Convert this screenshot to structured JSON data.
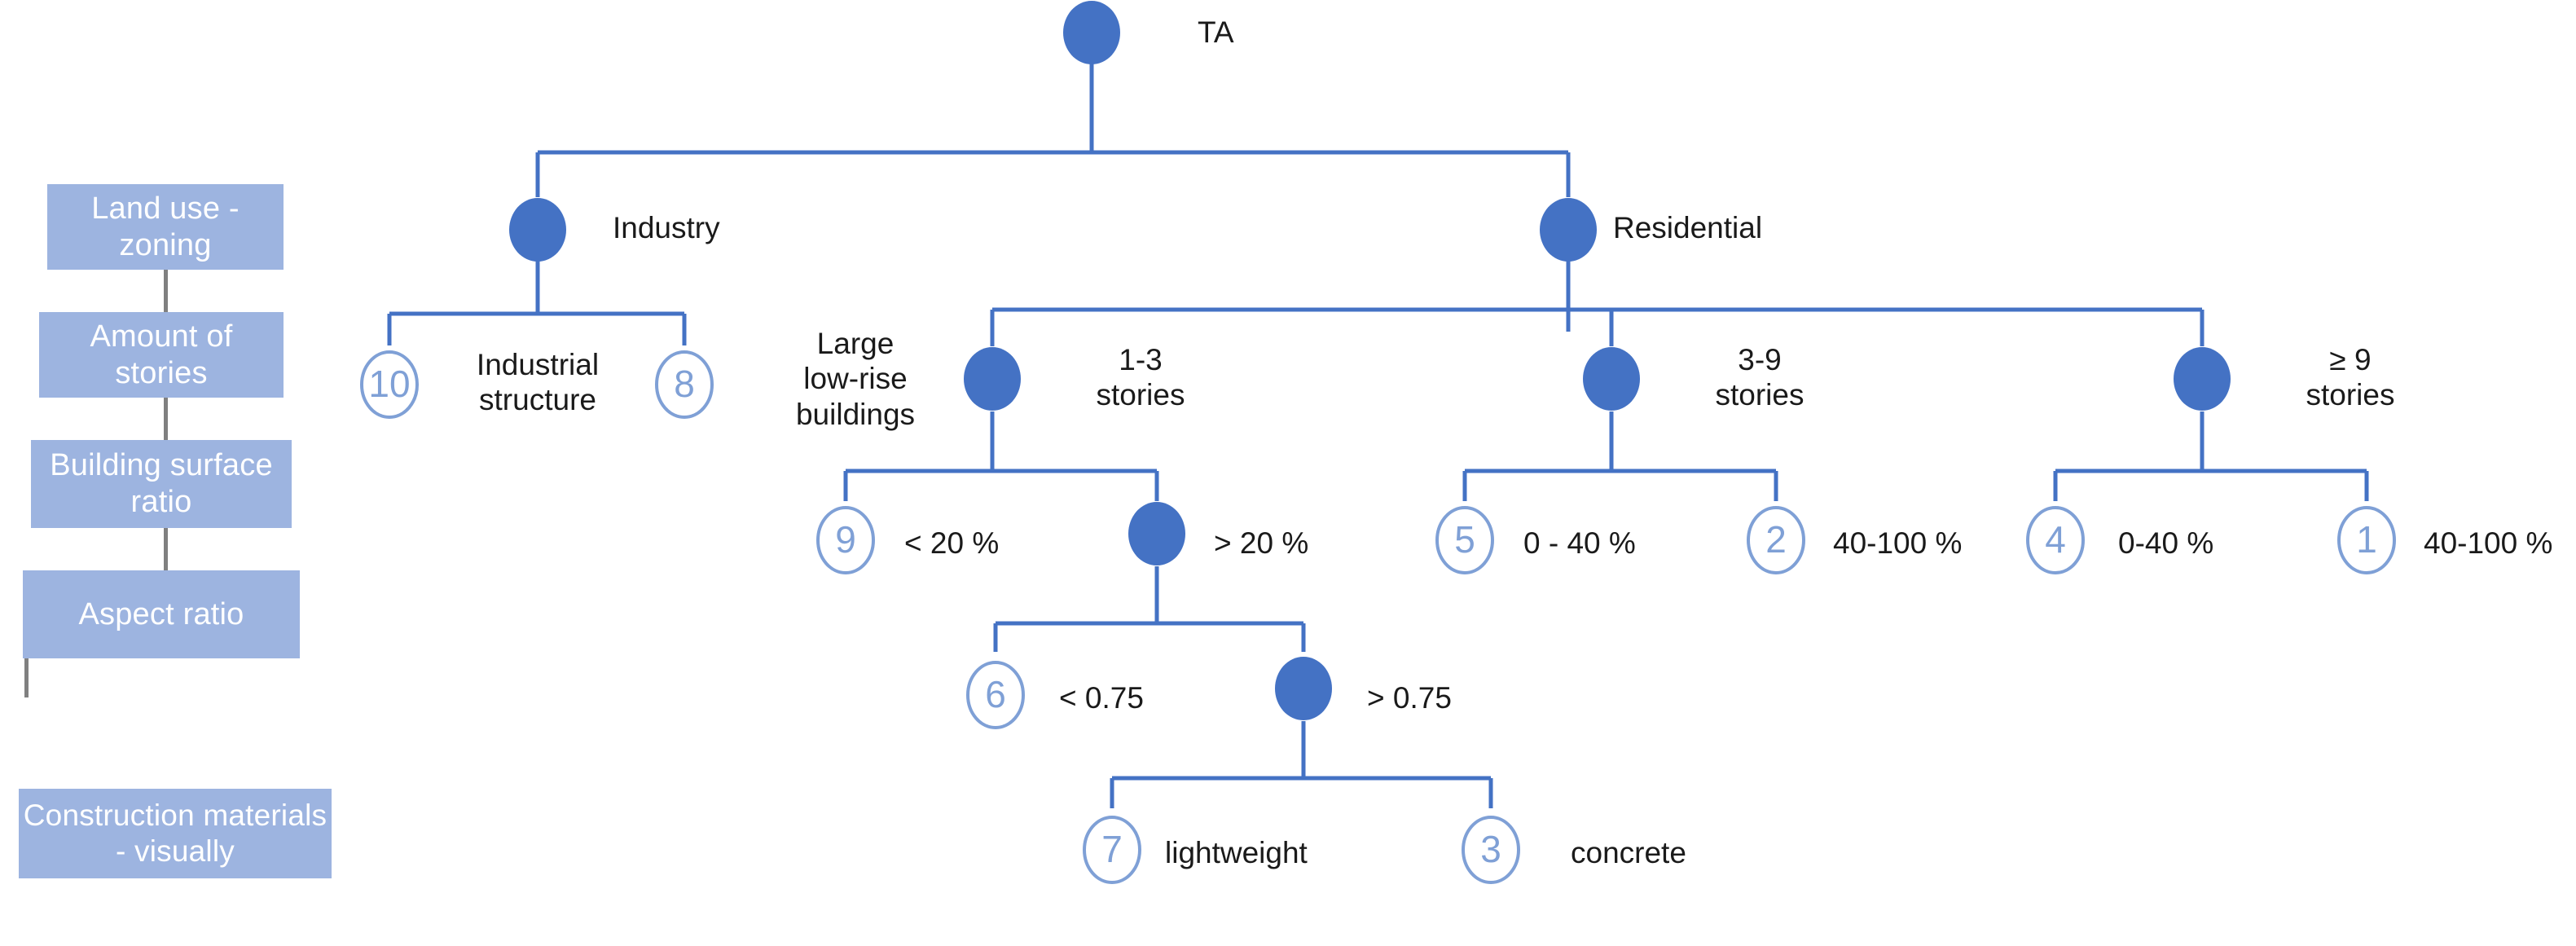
{
  "diagram": {
    "title_root": "TA",
    "type": "decision-tree",
    "colors": {
      "node_fill": "#4472C4",
      "leaf_stroke": "#7FA0D6",
      "leaf_text": "#7FA0D6",
      "connector": "#4472C4",
      "legend_box_fill": "#9DB4E0",
      "legend_box_text": "#FFFFFF",
      "legend_connector": "#808080",
      "label_text": "#1A1A1A",
      "background": "#FFFFFF"
    }
  },
  "legend": {
    "items": [
      {
        "label": "Land use -\nzoning"
      },
      {
        "label": "Amount of\nstories"
      },
      {
        "label": "Building\nsurface ratio"
      },
      {
        "label": "Aspect ratio"
      },
      {
        "label": "Construction\nmaterials - visually"
      }
    ]
  },
  "tree": {
    "root": {
      "label": "TA"
    },
    "level_land_use": [
      {
        "label": "Industry"
      },
      {
        "label": "Residential"
      }
    ],
    "level_stories": [
      {
        "label": "Large\nlow-rise\nbuildings"
      },
      {
        "label": "1-3\nstories"
      },
      {
        "label": "3-9\nstories"
      },
      {
        "label": "≥ 9\nstories"
      }
    ],
    "level_surface_ratio": [
      {
        "label": "< 20 %"
      },
      {
        "label": "> 20 %"
      },
      {
        "label": "0 - 40 %"
      },
      {
        "label": "40-100 %"
      },
      {
        "label": "0-40 %"
      },
      {
        "label": "40-100 %"
      }
    ],
    "level_aspect_ratio": [
      {
        "label": "< 0.75"
      },
      {
        "label": "> 0.75"
      }
    ],
    "level_materials": [
      {
        "label": "lightweight"
      },
      {
        "label": "concrete"
      }
    ],
    "leaves": [
      {
        "id": "10",
        "label": "Industrial\nstructure"
      },
      {
        "id": "8",
        "label": ""
      },
      {
        "id": "9",
        "label": "< 20 %"
      },
      {
        "id": "5",
        "label": "0 - 40 %"
      },
      {
        "id": "2",
        "label": "40-100 %"
      },
      {
        "id": "4",
        "label": "0-40 %"
      },
      {
        "id": "1",
        "label": "40-100 %"
      },
      {
        "id": "6",
        "label": "< 0.75"
      },
      {
        "id": "7",
        "label": "lightweight"
      },
      {
        "id": "3",
        "label": "concrete"
      }
    ]
  }
}
